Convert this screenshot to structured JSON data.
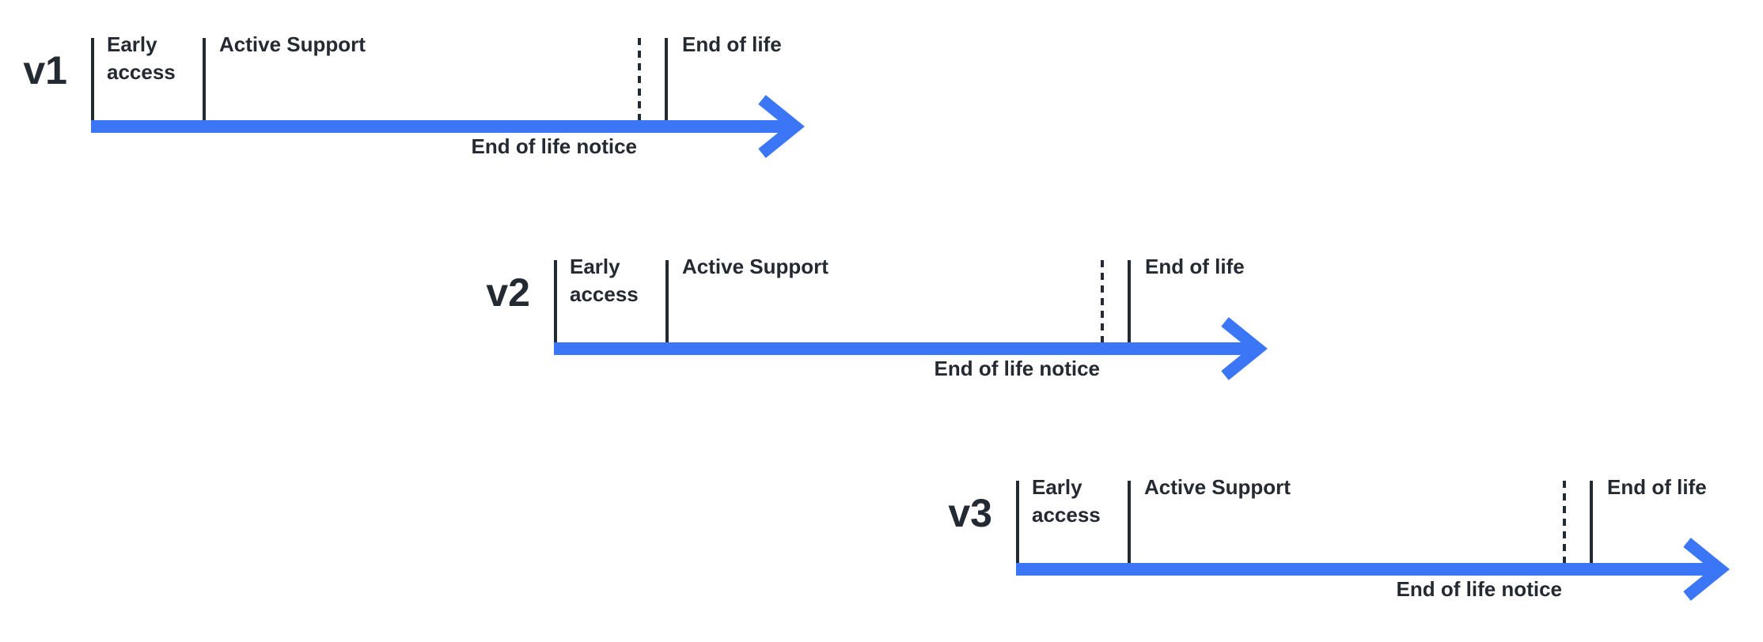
{
  "colors": {
    "arrow": "#3b76f6",
    "ink": "#242a31",
    "background": "#ffffff"
  },
  "timelines": [
    {
      "version": "v1",
      "phases": {
        "early_access": "Early access",
        "active_support": "Active Support",
        "end_of_life": "End of life",
        "end_of_life_notice": "End of life notice"
      }
    },
    {
      "version": "v2",
      "phases": {
        "early_access": "Early access",
        "active_support": "Active Support",
        "end_of_life": "End of life",
        "end_of_life_notice": "End of life notice"
      }
    },
    {
      "version": "v3",
      "phases": {
        "early_access": "Early access",
        "active_support": "Active Support",
        "end_of_life": "End of life",
        "end_of_life_notice": "End of life notice"
      }
    }
  ]
}
